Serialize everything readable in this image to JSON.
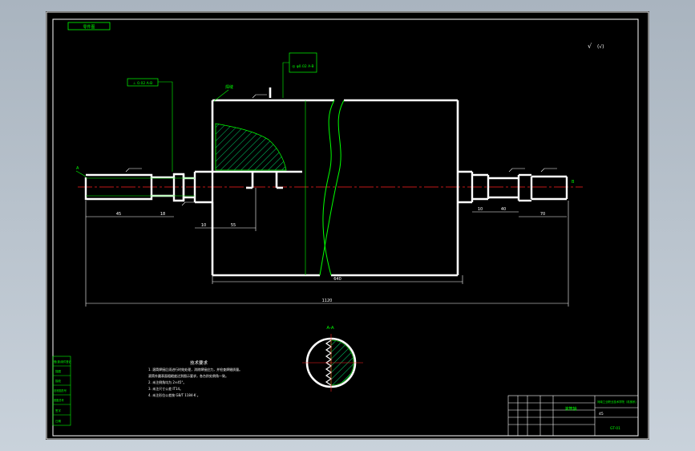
{
  "title_tag": "零件图",
  "roughness_note": "(√)",
  "tech_req_title": "技术要求",
  "tech_req_lines": [
    "1. 滚筒焊接后须进行时效处理，消除焊接应力，并检查焊缝质量。",
    "   滚筒外圆表面粗糙度达到图示要求，各台阶处倒角一致。",
    "2. 未注倒角均为 2×45°。",
    "3. 未注尺寸公差 IT14。",
    "4. 未注形位公差按 GB/T 1184-K 。"
  ],
  "dimensions": {
    "overall_length": "1120",
    "drum_length": "640",
    "left_a": "45",
    "left_b": "18",
    "left_c": "10",
    "left_d": "55",
    "right_a": "10",
    "right_b": "40",
    "right_c": "70"
  },
  "section_label": "A-A",
  "left_stamp_rows": [
    "借(通)用件登记",
    "描图",
    "描校",
    "旧底图总号",
    "底图总号",
    "签字",
    "日期"
  ],
  "title_block": {
    "part_name": "滚筒轴",
    "school": "河南工业职业技术学院（机械系）",
    "material": "45",
    "drawing_no": "GT-01"
  },
  "annotations": {
    "gdt_1": "⊥ 0.02 A-B",
    "gdt_2": "◎ φ0.02 A-B",
    "weld": "焊缝",
    "datum_left": "A",
    "datum_right": "B"
  }
}
